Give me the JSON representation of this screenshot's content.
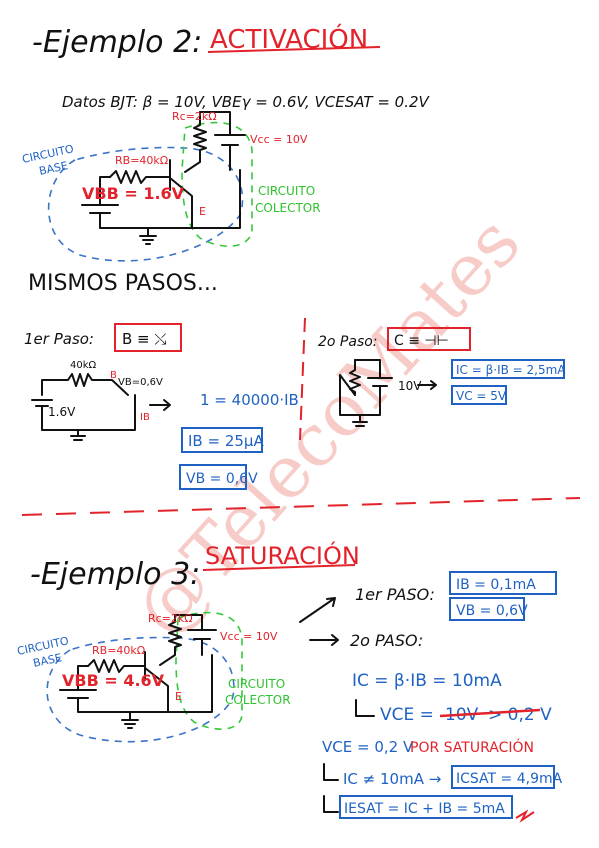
{
  "ex2": {
    "title": "-Ejemplo 2:",
    "subtitle": "ACTIVACIÓN",
    "data_line": "Datos BJT:  β = 10V,  VBEγ = 0.6V,  VCESAT = 0.2V",
    "rc": "Rc=2kΩ",
    "rb": "RB=40kΩ",
    "vcc": "Vcc = 10V",
    "vbb": "VBB = 1.6V",
    "base_label_1": "CIRCUITO",
    "base_label_2": "BASE",
    "col_label_1": "CIRCUITO",
    "col_label_2": "COLECTOR",
    "mismos": "MISMOS PASOS...",
    "paso1": "1er Paso:",
    "paso1_box": "B ≡ ⤯",
    "r40": "40kΩ",
    "vb06": "VB=0,6V",
    "v16": "1.6V",
    "ib_label": "IB",
    "eq1": "1 = 40000·IB",
    "ib_box": "IB = 25μA",
    "vb_box": "VB = 0,6V",
    "paso2": "2o Paso:",
    "paso2_box": "C ≡ ⊣⊢",
    "v10": "10V",
    "ic_box": "IC = β·IB = 2,5mA",
    "vc_box": "VC = 5V"
  },
  "ex3": {
    "title": "-Ejemplo 3:",
    "subtitle": "SATURACIÓN",
    "rc": "Rc=2kΩ",
    "rb": "RB=40kΩ",
    "vcc": "Vcc = 10V",
    "vbb": "VBB = 4.6V",
    "base_label_1": "CIRCUITO",
    "base_label_2": "BASE",
    "col_label_1": "CIRCUITO",
    "col_label_2": "COLECTOR",
    "paso1": "1er PASO:",
    "ib_box": "IB = 0,1mA",
    "vb_box": "VB = 0,6V",
    "paso2": "2o PASO:",
    "ic_eq": "IC = β·IB = 10mA",
    "vce_eq_a": "VCE =",
    "vce_eq_b": "10V",
    "vce_eq_c": "> 0,2 V",
    "vce_sat": "VCE = 0,2 V",
    "por_sat": "POR SATURACIÓN",
    "ic_ne": "IC ≠ 10mA →",
    "icsat_box": "ICSAT = 4,9mA",
    "iesat_box": "IESAT = IC + IB = 5mA"
  },
  "watermark": "@TelecoMates",
  "colors": {
    "red": "#e3232b",
    "blue": "#1f62c4",
    "green": "#2ec22e",
    "ink": "#111111"
  }
}
